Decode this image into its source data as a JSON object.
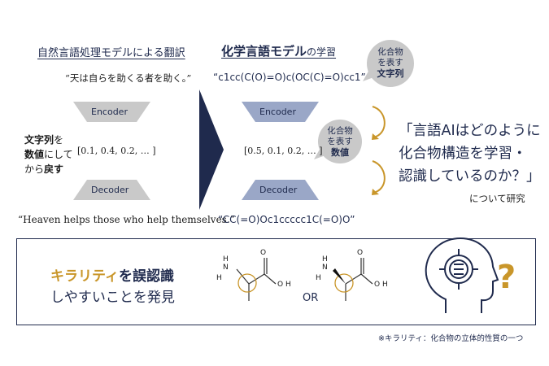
{
  "left_title": "自然言語処理モデルによる翻訳",
  "right_title_bold": "化学言語モデル",
  "right_title_small": "の学習",
  "left_input": "“天は自らを助くる者を助く。”",
  "right_input": "“c1cc(C(O)=O)c(OC(C)=O)cc1”",
  "encoder_label": "Encoder",
  "decoder_label": "Decoder",
  "left_vector": "[0.1, 0.4, 0.2, … ]",
  "right_vector": "[0.5, 0.1, 0.2, … ]",
  "left_output": "“Heaven helps those who help themselves.”",
  "right_output": "“CC(=O)Oc1ccccc1C(=O)O”",
  "side_label": {
    "line1_bold": "文字列",
    "line1_rest": "を",
    "line2_bold": "数値",
    "line2_rest": "にして",
    "line3_rest": "から",
    "line3_bold": "戻す"
  },
  "bubble_top": {
    "line1": "化合物",
    "line2": "を表す",
    "line3": "文字列"
  },
  "bubble_mid": {
    "line1": "化合物",
    "line2": "を表す",
    "line3": "数値"
  },
  "question": {
    "line1": "「言語AIはどのように",
    "line2": "化合物構造を学習・",
    "line3": "認識しているのか？」"
  },
  "research_note": "について研究",
  "finding": {
    "line1_gold": "キラリティ",
    "line1_rest": "を誤認識",
    "line2": "しやすいことを発見"
  },
  "or_label": "OR",
  "mol_atoms": {
    "n": "N",
    "h": "H",
    "o": "O",
    "oh_h": "H"
  },
  "question_mark": "?",
  "footnote": "※キラリティ：化合物の立体的性質の一つ",
  "colors": {
    "navy": "#1f2a4d",
    "gold": "#c9962a",
    "gray": "#c9c9c9",
    "blue_gray": "#9aa7c7"
  }
}
